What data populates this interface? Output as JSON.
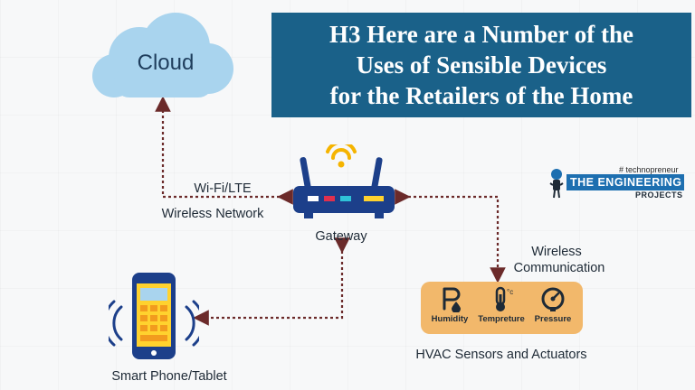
{
  "title_lines": [
    "H3 Here are a Number of the",
    "Uses of Sensible Devices",
    "for the Retailers of the Home"
  ],
  "nodes": {
    "cloud": "Cloud",
    "gateway": "Gateway",
    "phone": "Smart Phone/Tablet",
    "hvac": "HVAC Sensors and Actuators"
  },
  "links": {
    "wifi_line1": "Wi-Fi/LTE",
    "wifi_line2": "Wireless Network",
    "wireless_line1": "Wireless",
    "wireless_line2": "Communication"
  },
  "sensors": [
    {
      "label": "Humidity",
      "icon": "humidity-icon"
    },
    {
      "label": "Tempreture",
      "icon": "thermometer-icon"
    },
    {
      "label": "Pressure",
      "icon": "pressure-gauge-icon"
    }
  ],
  "sensor_unit": "°c",
  "brand": {
    "tag": "# technopreneur",
    "name": "THE ENGINEERING",
    "sub": "PROJECTS"
  },
  "colors": {
    "title_bg": "#1a6189",
    "cloud_fill": "#a9d4ee",
    "link": "#6b2a2a",
    "hvac_box": "#f2b86b",
    "brand_bar": "#1d6fb0"
  }
}
